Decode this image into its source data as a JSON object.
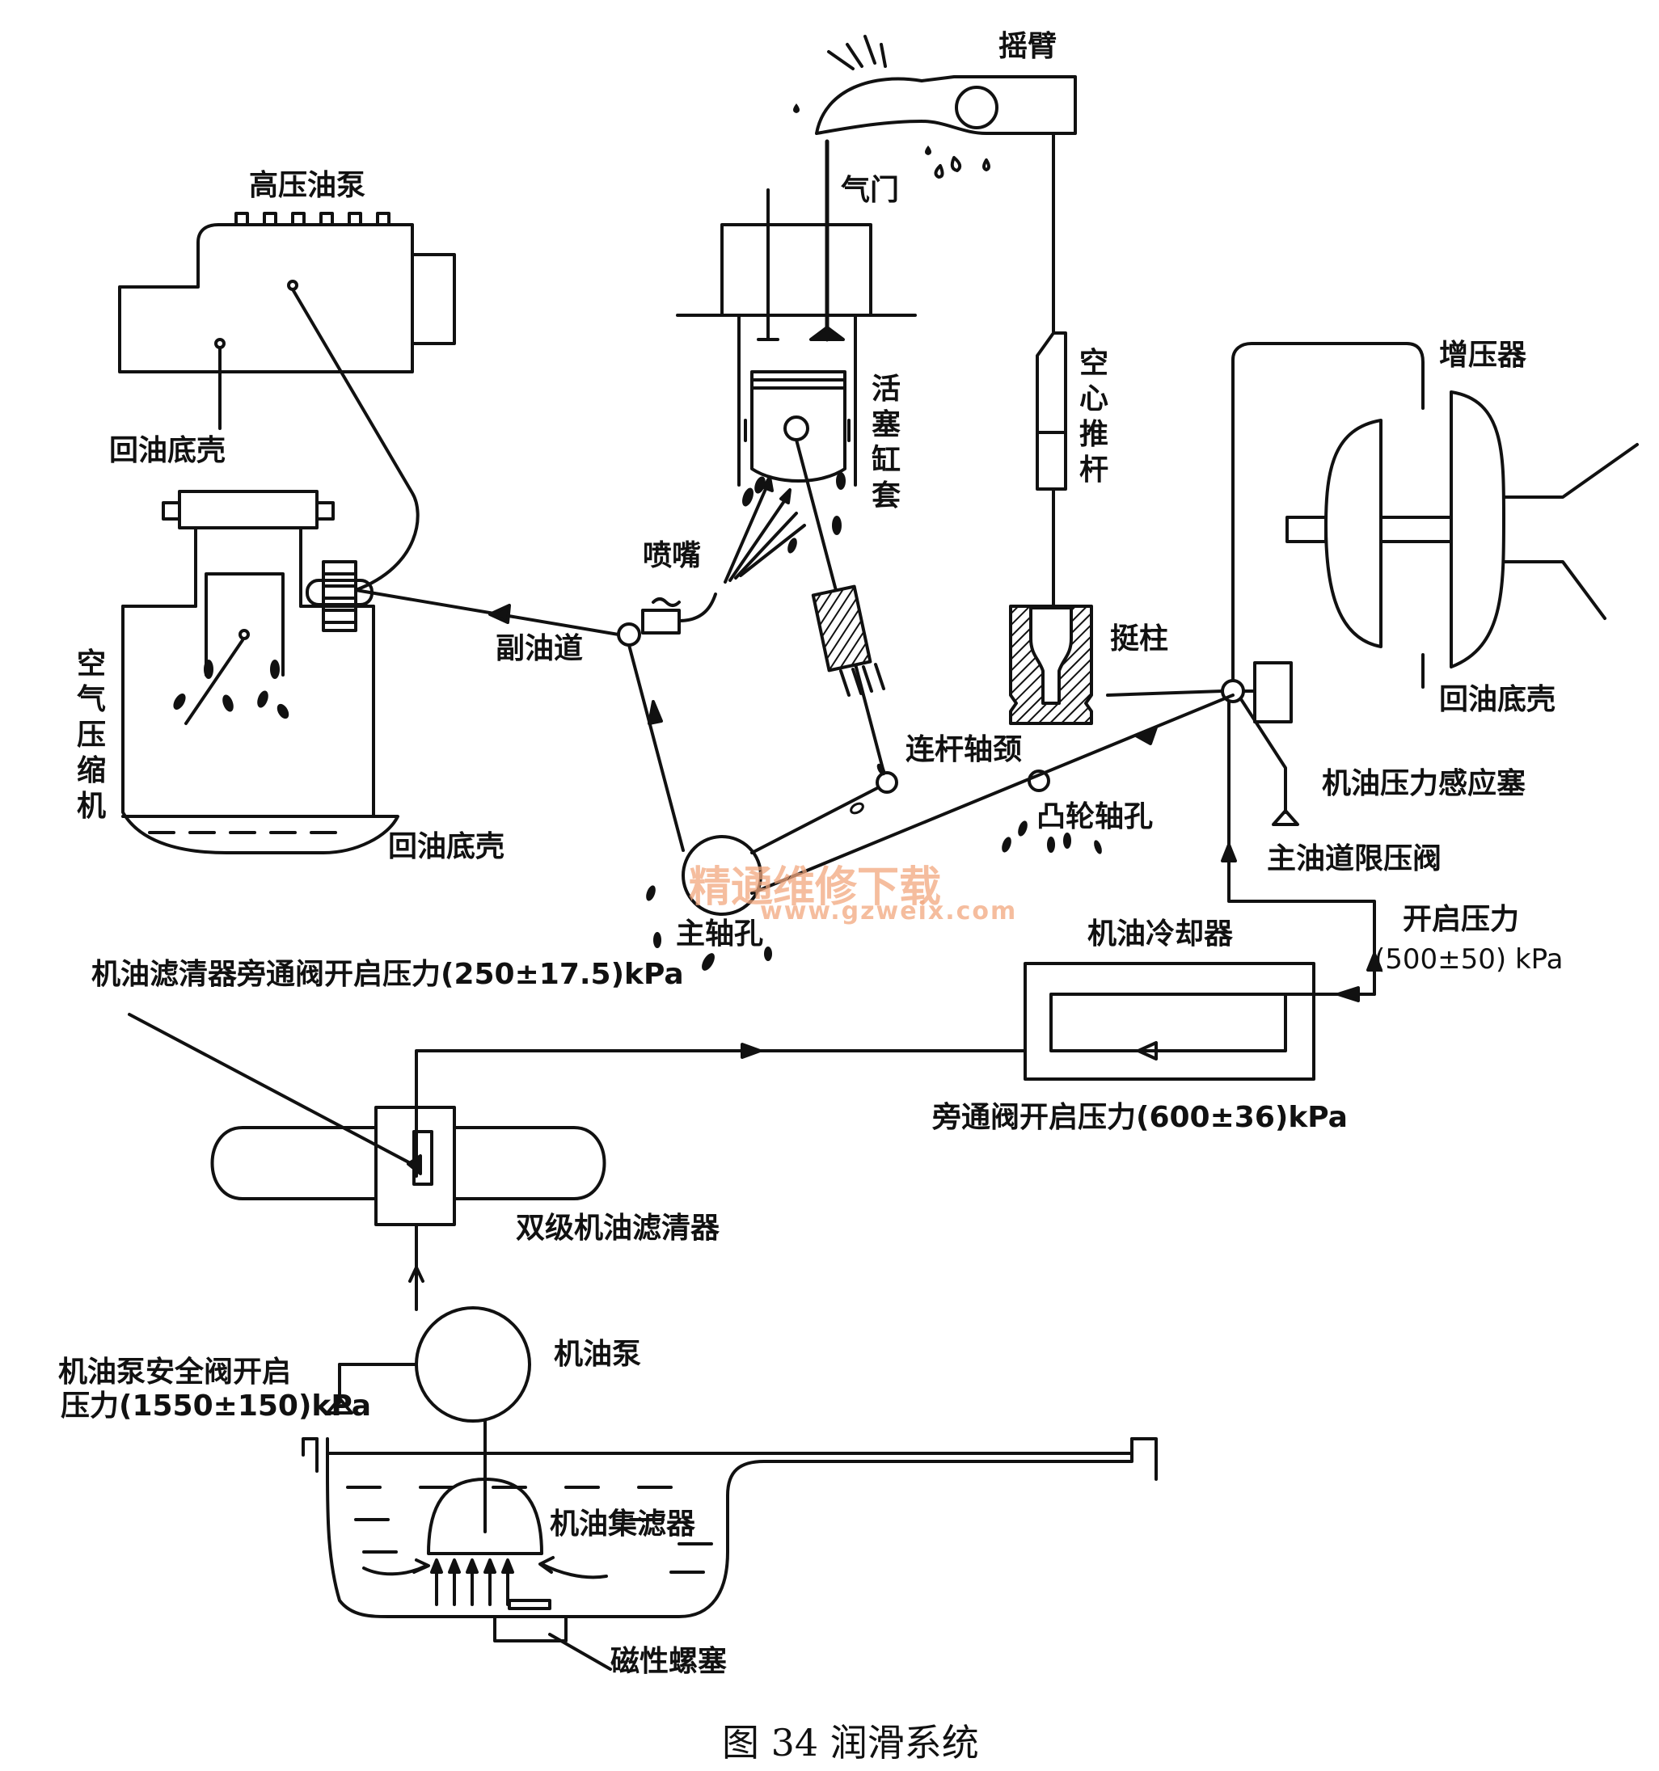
{
  "labels": {
    "rocker_arm": "摇臂",
    "valve": "气门",
    "high_pressure_pump": "高压油泵",
    "pump_return_sump": "回油底壳",
    "hollow_pushrod": "空心推杆",
    "turbocharger": "增压器",
    "piston_liner": "活塞缸套",
    "nozzle": "喷嘴",
    "air_compressor": "空气压缩机",
    "aux_oil_passage": "副油道",
    "tappet": "挺柱",
    "turbo_return_sump": "回油底壳",
    "conrod_journal": "连杆轴颈",
    "pressure_sensor_plug": "机油压力感应塞",
    "camshaft_hole": "凸轮轴孔",
    "compressor_return_sump": "回油底壳",
    "main_gallery_limit_valve": "主油道限压阀",
    "main_bearing_hole": "主轴孔",
    "open_pressure": "开启压力",
    "open_pressure_value": "(500±50) kPa",
    "oil_cooler": "机油冷却器",
    "filter_bypass": "机油滤清器旁通阀开启压力(250±17.5)kPa",
    "cooler_bypass": "旁通阀开启压力(600±36)kPa",
    "dual_filter": "双级机油滤清器",
    "oil_pump": "机油泵",
    "pump_safety_valve_1": "机油泵安全阀开启",
    "pump_safety_valve_2": "压力(1550±150)kPa",
    "oil_strainer": "机油集滤器",
    "magnetic_plug": "磁性螺塞"
  },
  "caption": "图 34    润滑系统",
  "watermark": {
    "text": "精通维修下载",
    "url": "www.gzweix.com",
    "color": "#f2a77e"
  },
  "colors": {
    "ink": "#111111",
    "background": "#ffffff"
  }
}
